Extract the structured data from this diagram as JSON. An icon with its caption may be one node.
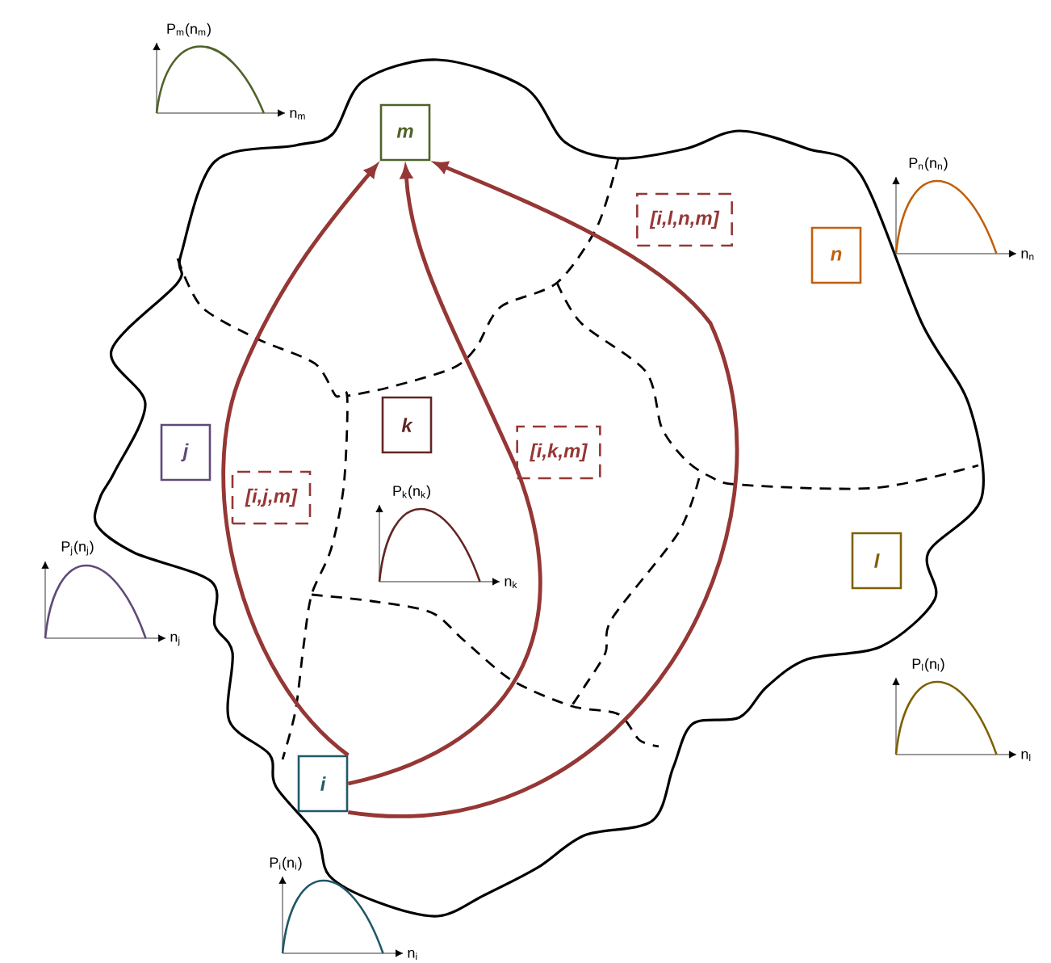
{
  "diagram": {
    "nodes": [
      {
        "text": [
          "m"
        ]
      },
      {
        "text": [
          "[i,l,n,m]"
        ]
      },
      {
        "text": [
          "n"
        ]
      },
      {
        "text": [
          "j"
        ]
      },
      {
        "text": [
          "k"
        ]
      },
      {
        "text": [
          "[i,k,m]"
        ]
      },
      {
        "text": [
          "[i,j,m]"
        ]
      },
      {
        "text": [
          "l"
        ]
      },
      {
        "text": [
          "i"
        ]
      }
    ],
    "edges": [
      {
        "from": 8,
        "to": 0,
        "arrow": "to"
      },
      {
        "from": 8,
        "to": 0,
        "arrow": "to"
      },
      {
        "from": 8,
        "to": 0,
        "arrow": "to"
      }
    ],
    "labels": [
      "P$_{m}$(n$_{m}$)",
      "n$_{m}$",
      "P$_{n}$(n$_{n}$)",
      "n$_{n}$",
      "P$_{k}$(n$_{k}$)",
      "n$_{k}$",
      "P$_{j}$(n$_{j}$)",
      "n$_{j}$",
      "P$_{l}$(n$_{l}$)",
      "n$_{l}$",
      "P$_{i}$(n$_{i}$)",
      "n$_{i}$"
    ]
  }
}
